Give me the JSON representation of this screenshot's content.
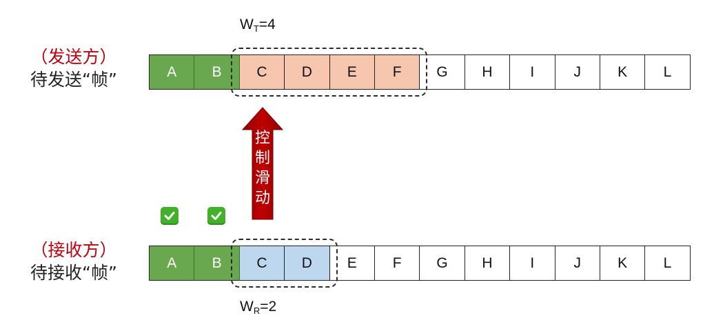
{
  "sender": {
    "role_label": "（发送方）",
    "desc_label": "待发送“帧”",
    "frames": [
      "A",
      "B",
      "C",
      "D",
      "E",
      "F",
      "G",
      "H",
      "I",
      "J",
      "K",
      "L"
    ],
    "acked_count": 2,
    "window_start": 2,
    "window_size": 4,
    "window_label_main": "W",
    "window_label_sub": "T",
    "window_label_value": "=4"
  },
  "receiver": {
    "role_label": "（接收方）",
    "desc_label": "待接收“帧”",
    "frames": [
      "A",
      "B",
      "C",
      "D",
      "E",
      "F",
      "G",
      "H",
      "I",
      "J",
      "K",
      "L"
    ],
    "received_count": 2,
    "window_start": 2,
    "window_size": 2,
    "window_label_main": "W",
    "window_label_sub": "R",
    "window_label_value": "=2"
  },
  "arrow": {
    "label": "控制滑动",
    "color": "#c00000"
  },
  "checks": [
    "check-mark-icon",
    "check-mark-icon"
  ],
  "colors": {
    "done": "#6aa84f",
    "sender_window": "#f7c6ae",
    "receiver_window": "#bdd7ee",
    "role_text": "#c0000f"
  }
}
